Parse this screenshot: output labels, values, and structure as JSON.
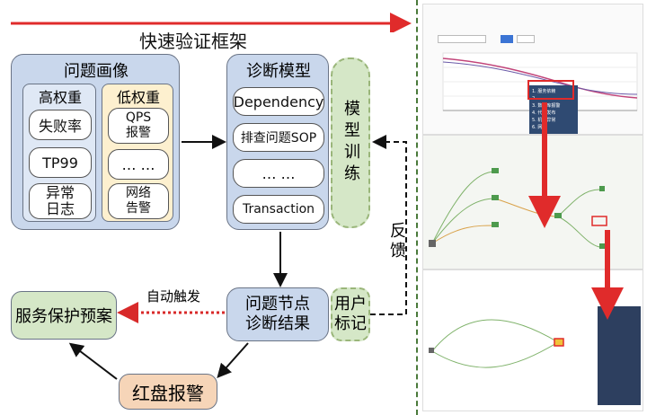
{
  "header": {
    "title": "快速验证框架"
  },
  "profile": {
    "title": "问题画像",
    "high_weight": {
      "title": "高权重",
      "items": [
        "失败率",
        "TP99",
        "异常\n日志"
      ]
    },
    "low_weight": {
      "title": "低权重",
      "items": [
        "QPS\n报警",
        "… …",
        "网络\n告警"
      ]
    }
  },
  "diagnosis": {
    "title": "诊断模型",
    "items": [
      "Dependency",
      "排查问题SOP",
      "… …",
      "Transaction"
    ],
    "training_label": "模型训练"
  },
  "feedback_label": "反馈",
  "result": {
    "label": "问题节点\n诊断结果",
    "user_mark": "用户\n标记"
  },
  "auto_trigger_label": "自动触发",
  "protect_plan": "服务保护预案",
  "red_alarm": "红盘报警",
  "screenshot_panel": {
    "top": {
      "menu_items": [
        "1. 服务依赖",
        "2.",
        "3. 数据库报警",
        "4. 代码发布",
        "5. 机器异常",
        "6. 网络"
      ]
    }
  },
  "colors": {
    "arrow_red": "#e02b2b",
    "panel_dash": "#4a7a3a"
  }
}
